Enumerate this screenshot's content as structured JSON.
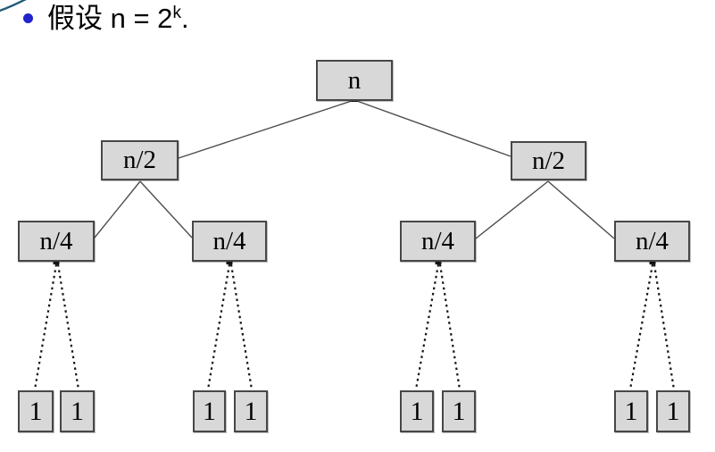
{
  "slide": {
    "bullet_point": {
      "text_prefix": "假设 n = 2",
      "superscript": "k",
      "text_suffix": "."
    },
    "colors": {
      "bullet_blue": "#2323cc",
      "arc_teal": "#1e5c7a",
      "node_fill": "#d8d8d8",
      "node_border": "#474747",
      "edge_solid": "#4d4d4d",
      "edge_dotted": "#141414",
      "text": "#000000",
      "background": "#ffffff"
    }
  },
  "tree": {
    "root_label": "n",
    "level2_labels": [
      "n/2",
      "n/2"
    ],
    "level3_labels": [
      "n/4",
      "n/4",
      "n/4",
      "n/4"
    ],
    "leaf_labels": [
      "1",
      "1",
      "1",
      "1",
      "1",
      "1",
      "1",
      "1"
    ]
  }
}
